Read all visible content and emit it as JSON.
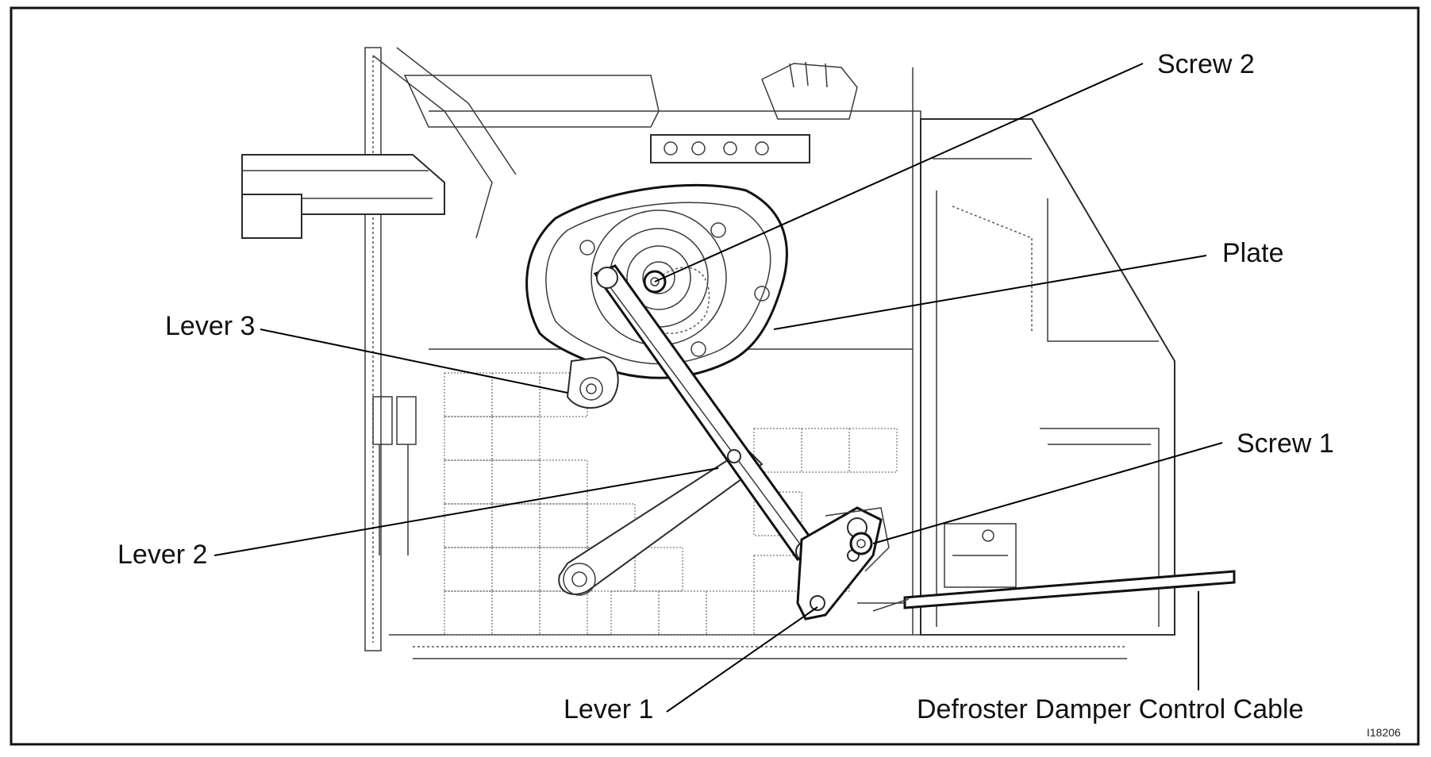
{
  "labels": {
    "screw_2": "Screw 2",
    "plate": "Plate",
    "lever_3": "Lever 3",
    "screw_1": "Screw 1",
    "lever_2": "Lever 2",
    "lever_1": "Lever 1",
    "cable": "Defroster Damper Control Cable"
  },
  "figure_code": "I18206"
}
